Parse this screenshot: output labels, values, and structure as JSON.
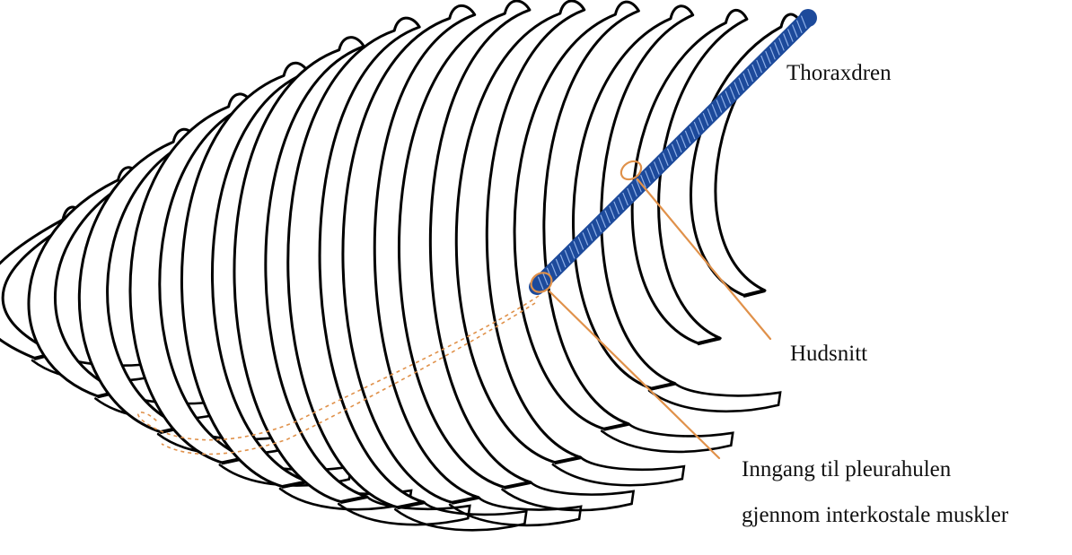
{
  "labels": {
    "chest_drain": "Thoraxdren",
    "skin_incision": "Hudsnitt",
    "pleural_entry_line1": "Inngang til pleurahulen",
    "pleural_entry_line2": "gjennom interkostale muskler"
  },
  "colors": {
    "ribs": "#000000",
    "drain": "#1d4a9b",
    "drain_highlight": "#8fb0e8",
    "annotation": "#e0914a",
    "text": "#111111"
  },
  "rib_count": 14
}
